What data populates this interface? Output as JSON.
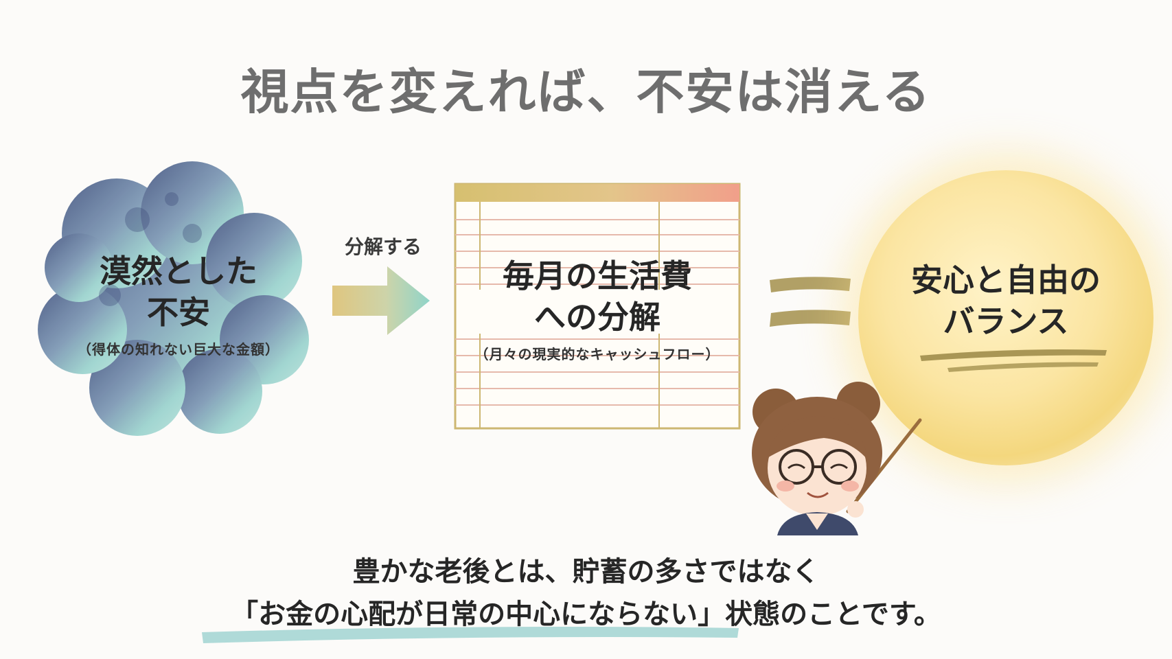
{
  "title": "視点を変えれば、不安は消える",
  "left": {
    "line1": "漠然とした",
    "line2": "不安",
    "note": "（得体の知れない巨大な金額）"
  },
  "arrow_label": "分解する",
  "middle": {
    "line1": "毎月の生活費",
    "line2": "への分解",
    "note": "（月々の現実的なキャッシュフロー）"
  },
  "right": {
    "line1": "安心と自由の",
    "line2": "バランス"
  },
  "message": {
    "line1": "豊かな老後とは、貯蓄の多さではなく",
    "line2": "「お金の心配が日常の中心にならない」状態のことです。"
  },
  "colors": {
    "cloud_dark": "#4b5a86",
    "cloud_light": "#8fd0cb",
    "arrow_gold": "#d9bf73",
    "arrow_teal": "#86d0c6",
    "table_header_gold": "#d5bf6d",
    "table_header_pink": "#f0a58e",
    "equals": "#a99655",
    "orb": "#f6d97f",
    "underline_teal": "#9bd2cf"
  }
}
